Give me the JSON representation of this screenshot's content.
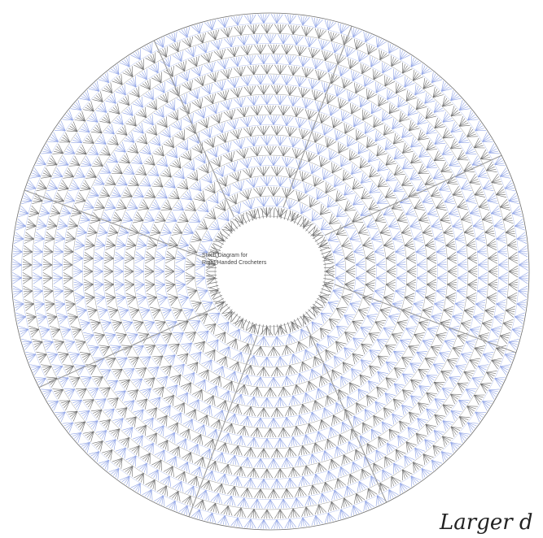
{
  "diagram": {
    "center_label_line1": "Stitch Diagram for",
    "center_label_line2": "Right-Handed Crocheters",
    "caption": "Larger d",
    "rounds": 20,
    "sections": 8,
    "colors": {
      "background": "#ffffff",
      "stitch_gray": "#6e6e6e",
      "stitch_blue": "#8fa3e6",
      "divider": "#9a9a9a"
    }
  }
}
